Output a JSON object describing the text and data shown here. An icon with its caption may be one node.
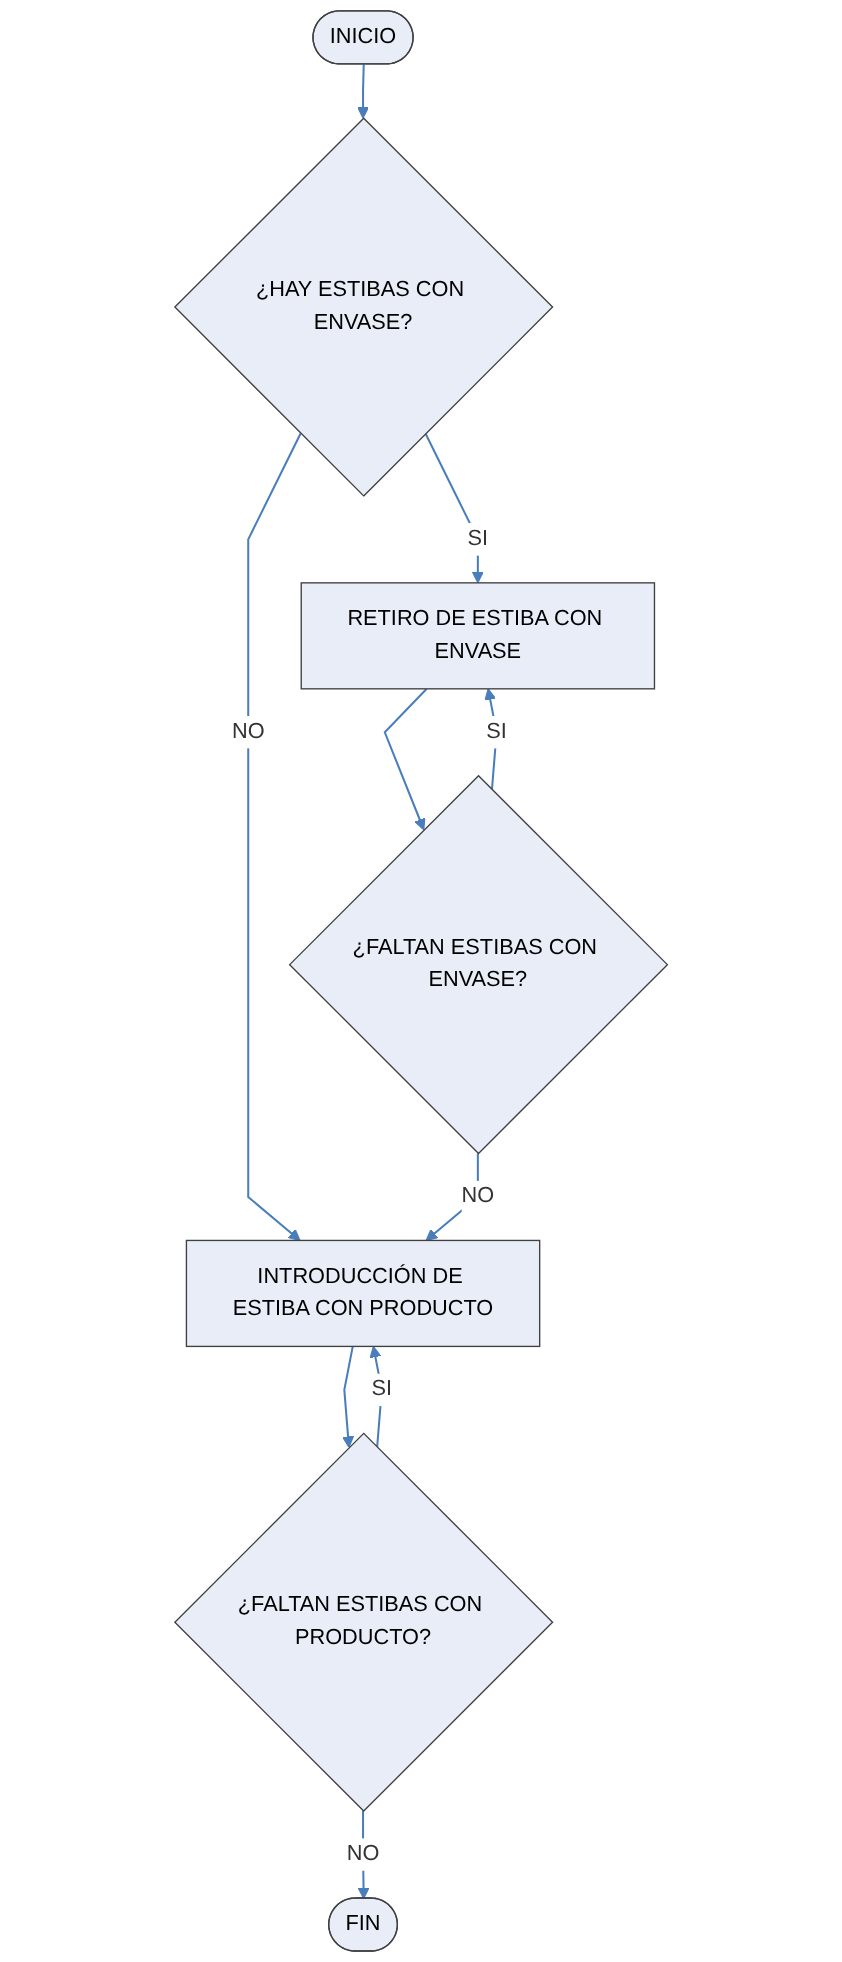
{
  "diagram": {
    "nodes": [
      {
        "text": [
          "INICIO"
        ]
      },
      {
        "text": [
          "¿HAY ESTIBAS CON ENVASE?"
        ]
      },
      {
        "text": [
          "RETIRO DE ESTIBA CON ENVASE"
        ]
      },
      {
        "text": [
          "¿FALTAN ESTIBAS CON ENVASE?"
        ]
      },
      {
        "text": [
          "INTRODUCCIÓN DE ESTIBA CON PRODUCTO"
        ]
      },
      {
        "text": [
          "¿FALTAN ESTIBAS CON PRODUCTO?"
        ]
      },
      {
        "text": [
          "FIN"
        ]
      }
    ],
    "edges": [
      {
        "from": 0,
        "to": 1,
        "arrow": "to"
      },
      {
        "from": 1,
        "to": 2,
        "arrow": "to",
        "label": "SI"
      },
      {
        "from": 1,
        "to": 4,
        "arrow": "to",
        "label": "NO"
      },
      {
        "from": 2,
        "to": 3,
        "arrow": "to"
      },
      {
        "from": 3,
        "to": 2,
        "arrow": "to",
        "label": "SI"
      },
      {
        "from": 3,
        "to": 4,
        "arrow": "to",
        "label": "NO"
      },
      {
        "from": 4,
        "to": 5,
        "arrow": "to"
      },
      {
        "from": 5,
        "to": 4,
        "arrow": "to",
        "label": "SI"
      },
      {
        "from": 5,
        "to": 6,
        "arrow": "to",
        "label": "NO"
      }
    ]
  }
}
